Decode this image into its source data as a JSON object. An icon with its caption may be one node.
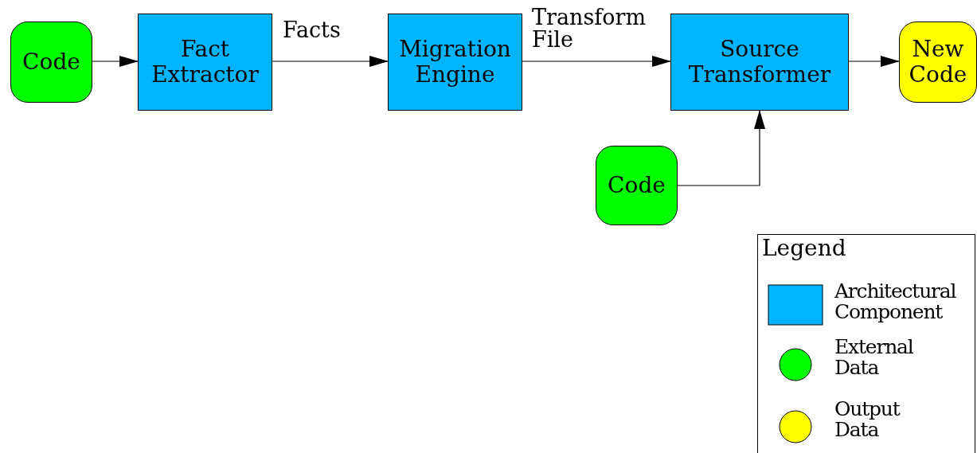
{
  "diagram": {
    "nodes": [
      {
        "text": [
          "Code"
        ]
      },
      {
        "text": [
          "Fact Extractor"
        ]
      },
      {
        "text": [
          "Migration Engine"
        ]
      },
      {
        "text": [
          "Source Transformer"
        ]
      },
      {
        "text": [
          "New Code"
        ]
      },
      {
        "text": [
          "Code"
        ]
      }
    ],
    "edges": [
      {
        "from": 0,
        "to": 1,
        "arrow": "to"
      },
      {
        "from": 1,
        "to": 2,
        "arrow": "to",
        "label": "Facts"
      },
      {
        "from": 2,
        "to": 3,
        "arrow": "to",
        "label": "Transform File"
      },
      {
        "from": 3,
        "to": 4,
        "arrow": "to"
      },
      {
        "from": 5,
        "to": 3,
        "arrow": "to"
      }
    ],
    "labels": [
      "Legend"
    ],
    "legend": [
      {
        "text": "Architectural Component",
        "color": "#00b4ff"
      },
      {
        "text": "External Data",
        "color": "#00ff00"
      },
      {
        "text": "Output Data",
        "color": "#ffff00"
      }
    ]
  }
}
